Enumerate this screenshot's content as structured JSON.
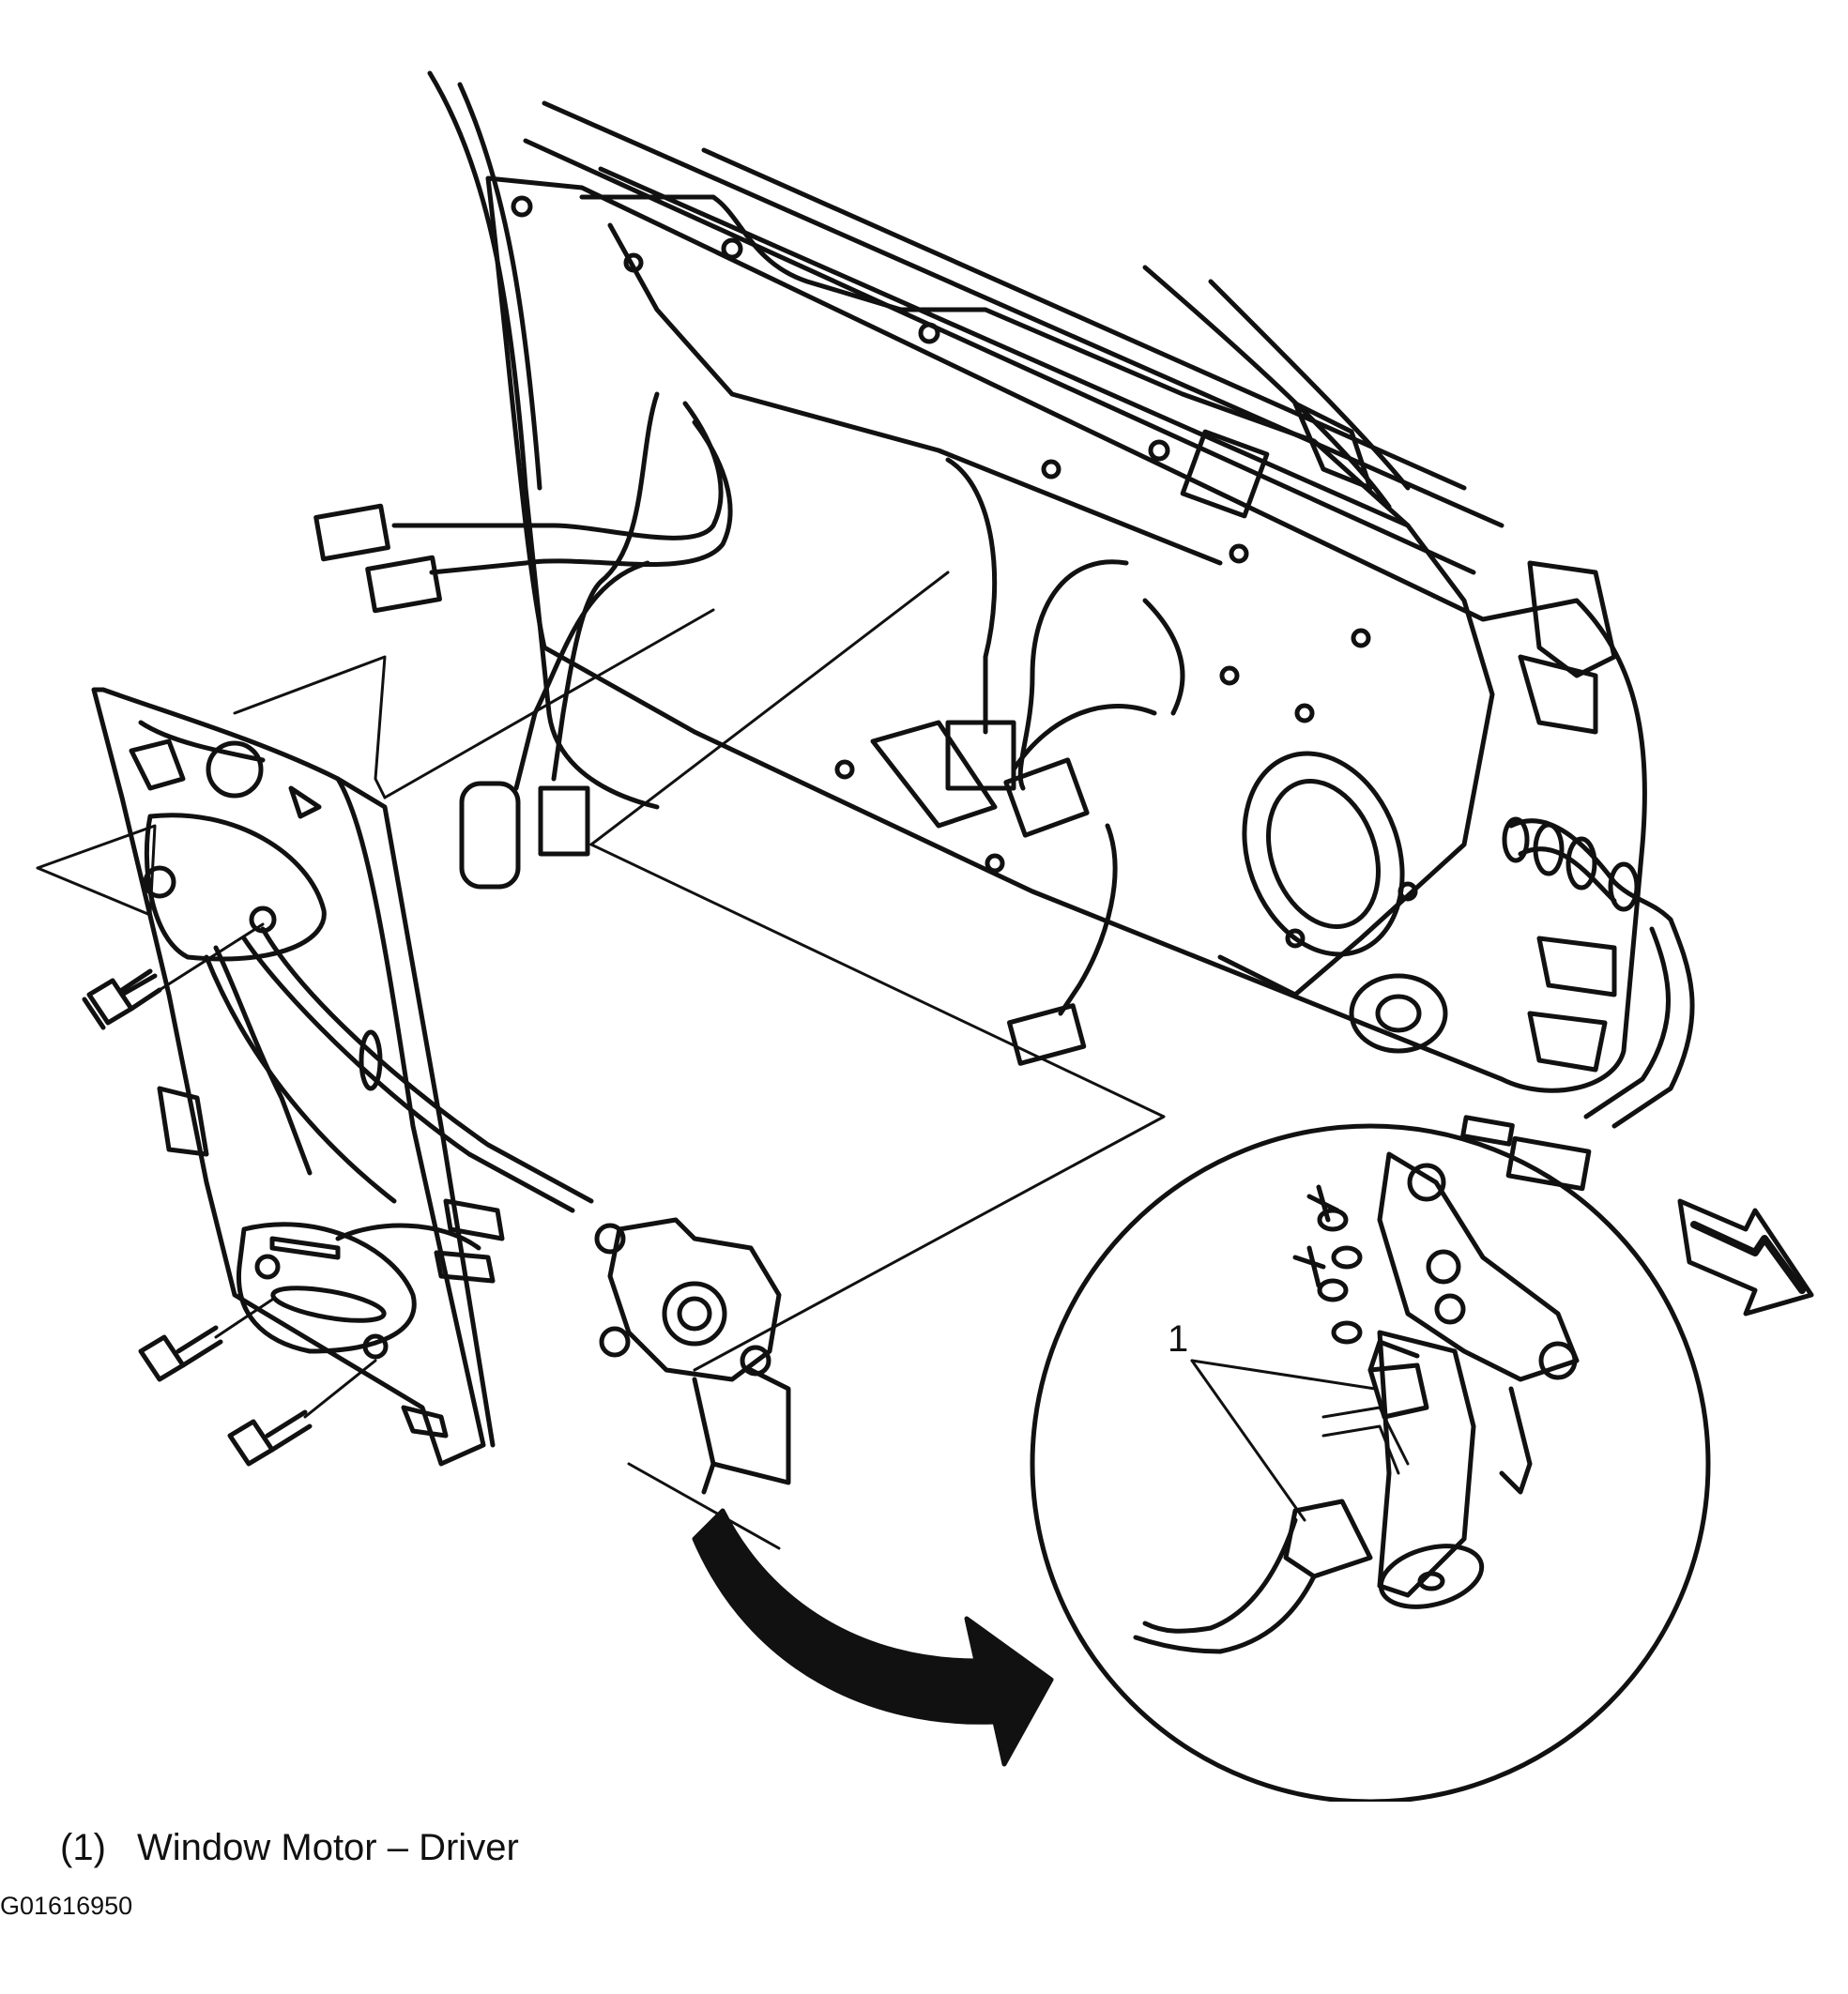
{
  "callout": {
    "number": "1"
  },
  "legend": {
    "items": [
      {
        "number": "(1)",
        "text": "Window Motor – Driver"
      }
    ]
  },
  "figure_id": "G01616950",
  "icons": {
    "forward_arrow": "forward-direction-arrow-icon",
    "curved_arrow": "curved-arrow-icon"
  },
  "colors": {
    "line": "#111111",
    "background": "#ffffff"
  }
}
